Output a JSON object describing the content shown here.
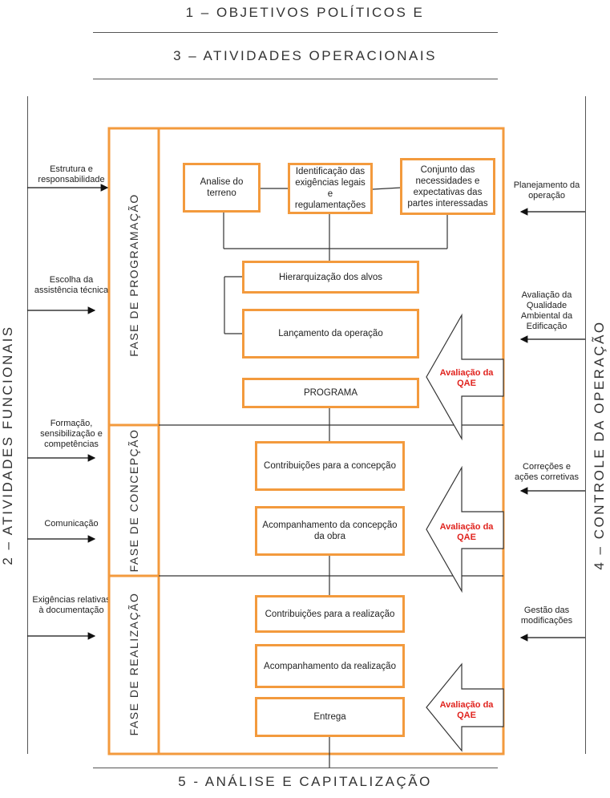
{
  "titles": {
    "top1": "1 – OBJETIVOS POLÍTICOS E",
    "top2": "3 – ATIVIDADES OPERACIONAIS",
    "bottom": "5 - ANÁLISE E CAPITALIZAÇÃO",
    "left": "2 – ATIVIDADES FUNCIONAIS",
    "right": "4 – CONTROLE DA OPERAÇÃO"
  },
  "left_items": [
    "Estrutura e responsabilidade",
    "Escolha da assistência técnica",
    "Formação, sensibilização e competências",
    "Comunicação",
    "Exigências relativas à documentação"
  ],
  "right_items": [
    "Planejamento da operação",
    "Avaliação da Qualidade Ambiental da Edificação",
    "Correções e ações corretivas",
    "Gestão das modificações"
  ],
  "phases": {
    "programacao": "FASE DE PROGRAMAÇÃO",
    "concepcao": "FASE DE CONCEPÇÃO",
    "realizacao": "FASE DE REALIZAÇÃO"
  },
  "boxes": {
    "analise": "Analise do terreno",
    "identificacao": "Identificação das exigências legais e regulamentações",
    "conjunto": "Conjunto das necessidades e expectativas das partes interessadas",
    "hierarquizacao": "Hierarquização dos alvos",
    "lancamento": "Lançamento da operação",
    "programa": "PROGRAMA",
    "contrib_concepcao": "Contribuições para a concepção",
    "acomp_concepcao": "Acompanhamento da concepção da obra",
    "contrib_realizacao": "Contribuições para a realização",
    "acomp_realizacao": "Acompanhamento da realização",
    "entrega": "Entrega"
  },
  "qae_label": "Avaliação da QAE",
  "colors": {
    "box_border": "#f39a3d",
    "qae_text": "#e0231e",
    "line": "#555555"
  }
}
